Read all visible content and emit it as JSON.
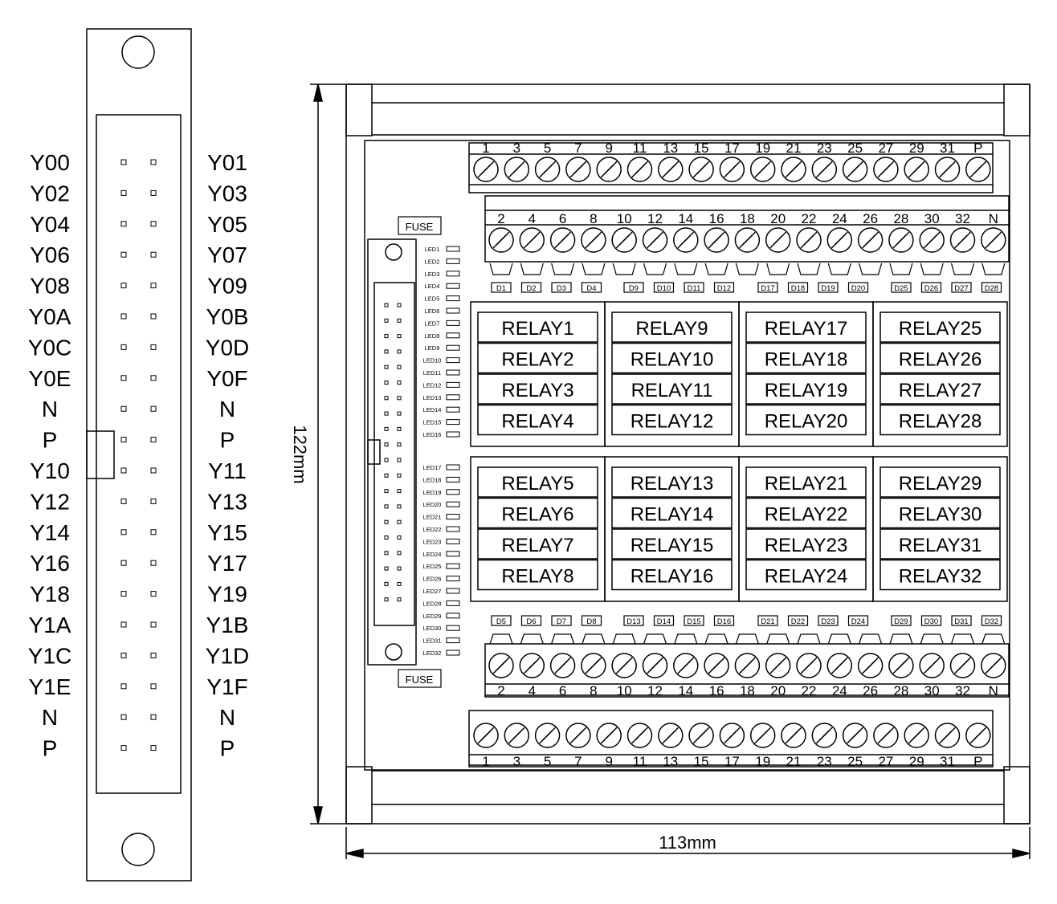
{
  "connector": {
    "left_pins": [
      "Y00",
      "Y02",
      "Y04",
      "Y06",
      "Y08",
      "Y0A",
      "Y0C",
      "Y0E",
      "N",
      "P",
      "Y10",
      "Y12",
      "Y14",
      "Y16",
      "Y18",
      "Y1A",
      "Y1C",
      "Y1E",
      "N",
      "P"
    ],
    "right_pins": [
      "Y01",
      "Y03",
      "Y05",
      "Y07",
      "Y09",
      "Y0B",
      "Y0D",
      "Y0F",
      "N",
      "P",
      "Y11",
      "Y13",
      "Y15",
      "Y17",
      "Y19",
      "Y1B",
      "Y1D",
      "Y1F",
      "N",
      "P"
    ]
  },
  "dimensions": {
    "height": "122mm",
    "width": "113mm"
  },
  "board": {
    "fuse_label": "FUSE",
    "top_terminals_odd": [
      "1",
      "3",
      "5",
      "7",
      "9",
      "11",
      "13",
      "15",
      "17",
      "19",
      "21",
      "23",
      "25",
      "27",
      "29",
      "31",
      "P"
    ],
    "top_terminals_even": [
      "2",
      "4",
      "6",
      "8",
      "10",
      "12",
      "14",
      "16",
      "18",
      "20",
      "22",
      "24",
      "26",
      "28",
      "30",
      "32",
      "N"
    ],
    "bottom_terminals_even": [
      "2",
      "4",
      "6",
      "8",
      "10",
      "12",
      "14",
      "16",
      "18",
      "20",
      "22",
      "24",
      "26",
      "28",
      "30",
      "32",
      "N"
    ],
    "bottom_terminals_odd": [
      "1",
      "3",
      "5",
      "7",
      "9",
      "11",
      "13",
      "15",
      "17",
      "19",
      "21",
      "23",
      "25",
      "27",
      "29",
      "31",
      "P"
    ],
    "diodes_top": [
      "D1",
      "D2",
      "D3",
      "D4",
      "D9",
      "D10",
      "D11",
      "D12",
      "D17",
      "D18",
      "D19",
      "D20",
      "D25",
      "D26",
      "D27",
      "D28"
    ],
    "diodes_bottom": [
      "D5",
      "D6",
      "D7",
      "D8",
      "D13",
      "D14",
      "D15",
      "D16",
      "D21",
      "D22",
      "D23",
      "D24",
      "D29",
      "D30",
      "D31",
      "D32"
    ],
    "relays_top": [
      [
        "RELAY1",
        "RELAY2",
        "RELAY3",
        "RELAY4"
      ],
      [
        "RELAY9",
        "RELAY10",
        "RELAY11",
        "RELAY12"
      ],
      [
        "RELAY17",
        "RELAY18",
        "RELAY19",
        "RELAY20"
      ],
      [
        "RELAY25",
        "RELAY26",
        "RELAY27",
        "RELAY28"
      ]
    ],
    "relays_bottom": [
      [
        "RELAY5",
        "RELAY6",
        "RELAY7",
        "RELAY8"
      ],
      [
        "RELAY13",
        "RELAY14",
        "RELAY15",
        "RELAY16"
      ],
      [
        "RELAY21",
        "RELAY22",
        "RELAY23",
        "RELAY24"
      ],
      [
        "RELAY29",
        "RELAY30",
        "RELAY31",
        "RELAY32"
      ]
    ],
    "leds": [
      "LED1",
      "LED2",
      "LED3",
      "LED4",
      "LED5",
      "LED6",
      "LED7",
      "LED8",
      "LED9",
      "LED10",
      "LED11",
      "LED12",
      "LED13",
      "LED14",
      "LED15",
      "LED16",
      "LED17",
      "LED18",
      "LED19",
      "LED20",
      "LED21",
      "LED22",
      "LED23",
      "LED24",
      "LED25",
      "LED26",
      "LED27",
      "LED28",
      "LED29",
      "LED30",
      "LED31",
      "LED32"
    ]
  }
}
